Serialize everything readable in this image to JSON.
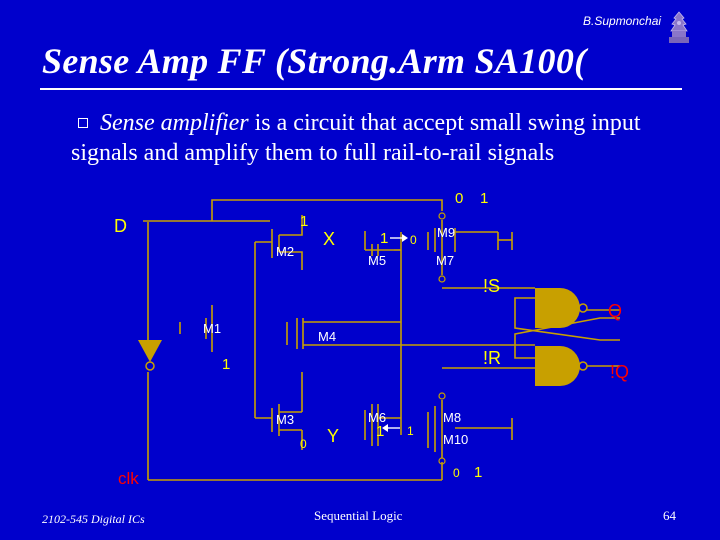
{
  "header": {
    "author": "B.Supmonchai",
    "title": "Sense Amp FF (Strong.Arm SA100("
  },
  "bullet": {
    "emphasis": "Sense amplifier",
    "text": " is a circuit that accept small swing input signals and amplify them to full rail-to-rail signals"
  },
  "circuit": {
    "D": "D",
    "clk": "clk",
    "X": "X",
    "Y": "Y",
    "S": "!S",
    "R": "!R",
    "Q": "Q",
    "Qb": "!Q",
    "M1": "M1",
    "M2": "M2",
    "M3": "M3",
    "M4": "M4",
    "M5": "M5",
    "M6": "M6",
    "M7": "M7",
    "M8": "M8",
    "M9": "M9",
    "M10": "M10",
    "v_top0": "0",
    "v_top1": "1",
    "v_d1": "1",
    "v_x1": "1",
    "v_x0": "0",
    "v_left1": "1",
    "v_y0": "0",
    "v_y1": "1",
    "v_y1b": "1",
    "v_bot0": "0",
    "v_bot1": "1"
  },
  "colors": {
    "background": "#0000cc",
    "wire": "#c8a000",
    "accent_yellow": "#ffff00",
    "gate_fill": "#c8a000",
    "red_text": "#ff0000"
  },
  "footer": {
    "course": "2102-545 Digital ICs",
    "topic": "Sequential Logic",
    "page": "64"
  }
}
